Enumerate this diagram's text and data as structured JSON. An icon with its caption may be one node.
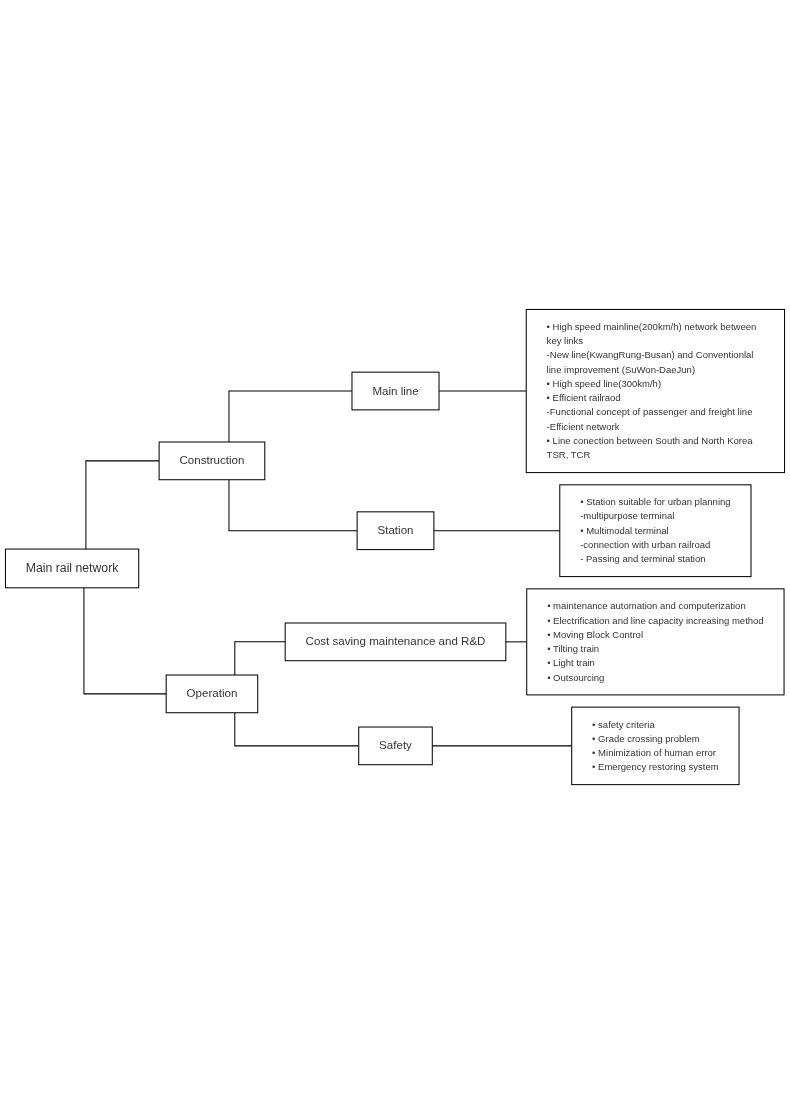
{
  "diagram": {
    "nodes": [
      {
        "text": [
          "Main rail network"
        ]
      },
      {
        "text": [
          "Construction"
        ]
      },
      {
        "text": [
          "Main line"
        ]
      },
      {
        "text": [
          "• High speed mainline(200km/h) network between key links",
          "-New line(KwangRung-Busan) and Conventionlal line improvement (SuWon-DaeJun)",
          "• High speed line(300km/h)",
          "• Efficient railraod",
          "-Functional concept of passenger and freight line",
          "-Efficient network",
          "• Line conection between South and North Korea TSR, TCR"
        ]
      },
      {
        "text": [
          "Station"
        ]
      },
      {
        "text": [
          "• Station suitable for urban planning",
          "-multipurpose terminal",
          "• Multimodal terminal",
          "-connection with urban railroad",
          "- Passing and terminal station"
        ]
      },
      {
        "text": [
          "Operation"
        ]
      },
      {
        "text": [
          "Cost saving maintenance and R&D"
        ]
      },
      {
        "text": [
          "• maintenance automation and computerization",
          "• Electrification and line capacity increasing method",
          "• Moving Block Control",
          "• Tilting train",
          "• Light train",
          "• Outsourcing"
        ]
      },
      {
        "text": [
          "Safety"
        ]
      },
      {
        "text": [
          "• safety criteria",
          "• Grade crossing problem",
          "• Minimization of human error",
          "• Emergency restoring system"
        ]
      }
    ],
    "edges": [
      {
        "from": 0,
        "to": 1,
        "arrow": "none"
      },
      {
        "from": 1,
        "to": 2,
        "arrow": "none"
      },
      {
        "from": 2,
        "to": 3,
        "arrow": "none"
      },
      {
        "from": 1,
        "to": 4,
        "arrow": "none"
      },
      {
        "from": 4,
        "to": 5,
        "arrow": "none"
      },
      {
        "from": 0,
        "to": 6,
        "arrow": "none"
      },
      {
        "from": 6,
        "to": 7,
        "arrow": "none"
      },
      {
        "from": 7,
        "to": 8,
        "arrow": "none"
      },
      {
        "from": 6,
        "to": 9,
        "arrow": "none"
      },
      {
        "from": 9,
        "to": 10,
        "arrow": "none"
      }
    ]
  }
}
